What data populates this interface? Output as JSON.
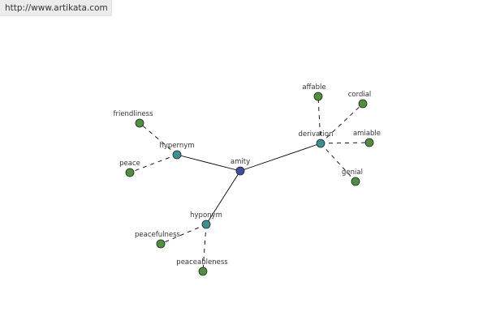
{
  "header": {
    "url": "http://www.artikata.com"
  },
  "colors": {
    "center_node": "#3d4f9e",
    "relation_node": "#3e8f8f",
    "leaf_node": "#4f8f3f",
    "node_stroke": "#222222",
    "edge": "#000000"
  },
  "graph": {
    "nodes": [
      {
        "id": "amity",
        "label": "amity",
        "kind": "center"
      },
      {
        "id": "hypernym",
        "label": "hypernym",
        "kind": "relation"
      },
      {
        "id": "hyponym",
        "label": "hyponym",
        "kind": "relation"
      },
      {
        "id": "derivation",
        "label": "derivation",
        "kind": "relation"
      },
      {
        "id": "friendliness",
        "label": "friendliness",
        "kind": "leaf"
      },
      {
        "id": "peace",
        "label": "peace",
        "kind": "leaf"
      },
      {
        "id": "peacefulness",
        "label": "peacefulness",
        "kind": "leaf"
      },
      {
        "id": "peaceableness",
        "label": "peaceableness",
        "kind": "leaf"
      },
      {
        "id": "affable",
        "label": "affable",
        "kind": "leaf"
      },
      {
        "id": "cordial",
        "label": "cordial",
        "kind": "leaf"
      },
      {
        "id": "amiable",
        "label": "amiable",
        "kind": "leaf"
      },
      {
        "id": "genial",
        "label": "genial",
        "kind": "leaf"
      }
    ],
    "edges": [
      {
        "from": "amity",
        "to": "hypernym",
        "style": "solid"
      },
      {
        "from": "amity",
        "to": "hyponym",
        "style": "solid"
      },
      {
        "from": "amity",
        "to": "derivation",
        "style": "solid"
      },
      {
        "from": "hypernym",
        "to": "friendliness",
        "style": "dashed"
      },
      {
        "from": "hypernym",
        "to": "peace",
        "style": "dashed"
      },
      {
        "from": "hyponym",
        "to": "peacefulness",
        "style": "dashed"
      },
      {
        "from": "hyponym",
        "to": "peaceableness",
        "style": "dashed"
      },
      {
        "from": "derivation",
        "to": "affable",
        "style": "dashed"
      },
      {
        "from": "derivation",
        "to": "cordial",
        "style": "dashed"
      },
      {
        "from": "derivation",
        "to": "amiable",
        "style": "dashed"
      },
      {
        "from": "derivation",
        "to": "genial",
        "style": "dashed"
      }
    ]
  }
}
